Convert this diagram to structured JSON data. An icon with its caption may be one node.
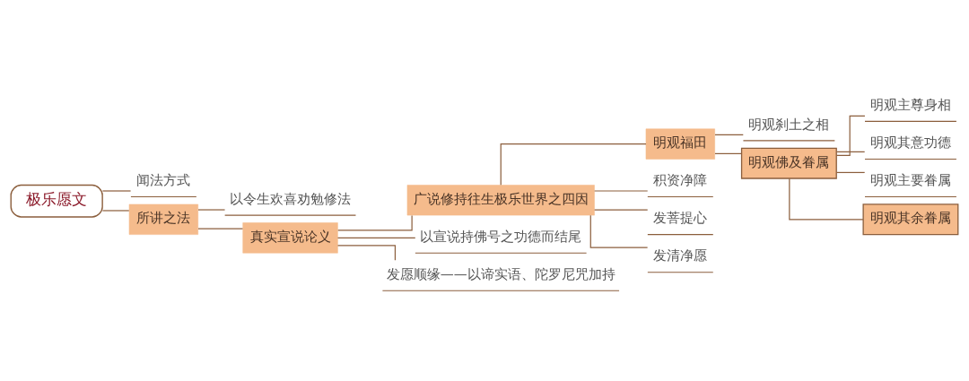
{
  "diagram": {
    "nodes": [
      {
        "text": [
          "极乐愿文"
        ]
      },
      {
        "text": [
          "闻法方式"
        ]
      },
      {
        "text": [
          "所讲之法"
        ]
      },
      {
        "text": [
          "以令生欢喜劝勉修法"
        ]
      },
      {
        "text": [
          "真实宣说论义"
        ]
      },
      {
        "text": [
          "广说修持往生极乐世界之四因"
        ]
      },
      {
        "text": [
          "明观福田"
        ]
      },
      {
        "text": [
          "明观刹土之相"
        ]
      },
      {
        "text": [
          "明观佛及眷属"
        ]
      },
      {
        "text": [
          "明观主尊身相"
        ]
      },
      {
        "text": [
          "明观其意功德"
        ]
      },
      {
        "text": [
          "明观主要眷属"
        ]
      },
      {
        "text": [
          "明观其余眷属"
        ]
      },
      {
        "text": [
          "积资净障"
        ]
      },
      {
        "text": [
          "发菩提心"
        ]
      },
      {
        "text": [
          "发清净愿"
        ]
      },
      {
        "text": [
          "以宣说持佛号之功德而结尾"
        ]
      },
      {
        "text": [
          "发愿顺缘——以谛实语、陀罗尼咒加持"
        ]
      }
    ],
    "edges": [
      {
        "from": 0,
        "to": 1,
        "arrow": "none"
      },
      {
        "from": 0,
        "to": 2,
        "arrow": "none"
      },
      {
        "from": 2,
        "to": 3,
        "arrow": "none"
      },
      {
        "from": 2,
        "to": 4,
        "arrow": "none"
      },
      {
        "from": 4,
        "to": 5,
        "arrow": "none"
      },
      {
        "from": 4,
        "to": 16,
        "arrow": "none"
      },
      {
        "from": 4,
        "to": 17,
        "arrow": "none"
      },
      {
        "from": 5,
        "to": 6,
        "arrow": "none"
      },
      {
        "from": 5,
        "to": 13,
        "arrow": "none"
      },
      {
        "from": 5,
        "to": 14,
        "arrow": "none"
      },
      {
        "from": 5,
        "to": 15,
        "arrow": "none"
      },
      {
        "from": 6,
        "to": 7,
        "arrow": "none"
      },
      {
        "from": 6,
        "to": 8,
        "arrow": "none"
      },
      {
        "from": 8,
        "to": 9,
        "arrow": "none"
      },
      {
        "from": 8,
        "to": 10,
        "arrow": "none"
      },
      {
        "from": 8,
        "to": 11,
        "arrow": "none"
      },
      {
        "from": 8,
        "to": 12,
        "arrow": "none"
      }
    ]
  }
}
